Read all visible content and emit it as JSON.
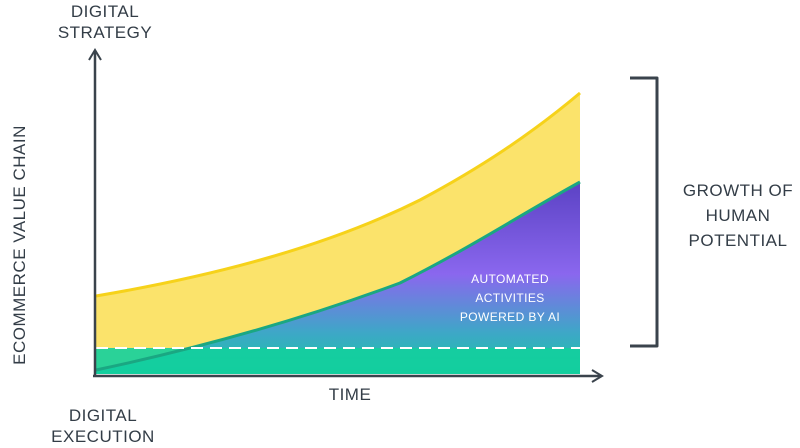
{
  "labels": {
    "top": "DIGITAL STRATEGY",
    "bottom": "DIGITAL EXECUTION",
    "y_axis": "ECOMMERCE VALUE CHAIN",
    "x_axis": "TIME",
    "growth_line1": "GROWTH OF",
    "growth_line2": "HUMAN",
    "growth_line3": "POTENTIAL",
    "ai_line1": "AUTOMATED",
    "ai_line2": "ACTIVITIES",
    "ai_line3": "POWERED BY AI"
  },
  "colors": {
    "axis": "#3a434c",
    "yellow_fill": "#fbe36b",
    "yellow_line": "#f6d21a",
    "green_line": "#1aa782",
    "teal_band": "#13cf9d",
    "purple_top": "#5b42c4",
    "purple_mid": "#8a67ee",
    "blue_low": "#3fa6c8",
    "dash": "#ffffff",
    "bracket": "#3a434c"
  }
}
